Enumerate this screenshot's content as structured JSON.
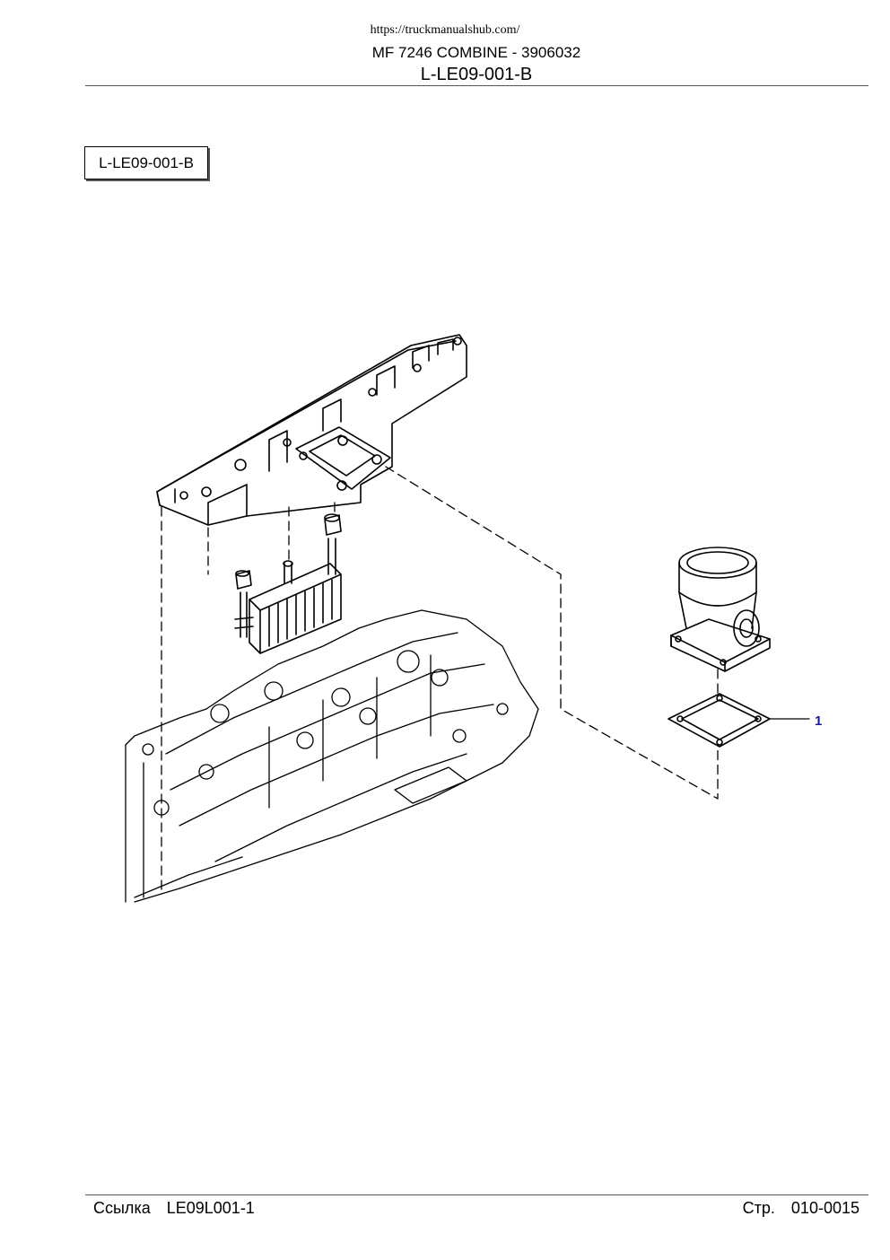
{
  "header": {
    "url": "https://truckmanualshub.com/",
    "model": "MF 7246 COMBINE - 3906032",
    "code": "L-LE09-001-B"
  },
  "reference_box": "L-LE09-001-B",
  "callouts": [
    {
      "number": "1"
    }
  ],
  "footer": {
    "ref_label": "Ссылка",
    "ref_value": "LE09L001-1",
    "page_label": "Стр.",
    "page_value": "010-0015"
  },
  "colors": {
    "callout": "#1a1aa0",
    "lines": "#000000"
  }
}
